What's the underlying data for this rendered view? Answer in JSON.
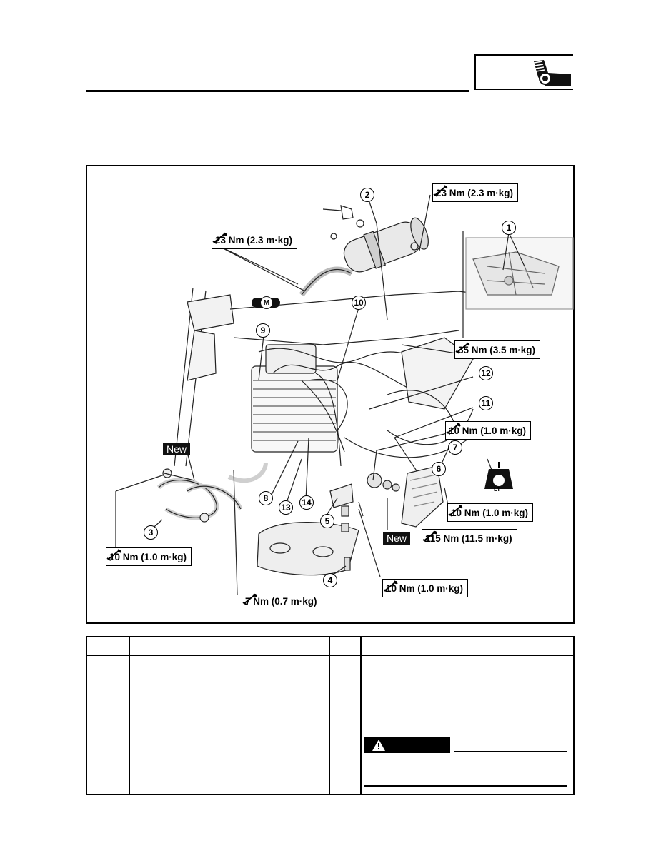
{
  "header": {
    "section_icon": "exhaust-wrench-icon"
  },
  "figure": {
    "torque_specs": [
      {
        "id": "t1",
        "label": "23 Nm (2.3 m·kg)"
      },
      {
        "id": "t2",
        "label": "23 Nm (2.3 m·kg)"
      },
      {
        "id": "t3",
        "label": "35 Nm (3.5 m·kg)"
      },
      {
        "id": "t4",
        "label": "10 Nm (1.0 m·kg)"
      },
      {
        "id": "t5",
        "label": "10 Nm (1.0 m·kg)"
      },
      {
        "id": "t6",
        "label": "115 Nm (11.5 m·kg)"
      },
      {
        "id": "t7",
        "label": "10 Nm (1.0 m·kg)"
      },
      {
        "id": "t8",
        "label": "7 Nm (0.7 m·kg)"
      },
      {
        "id": "t9",
        "label": "10 Nm (1.0 m·kg)"
      }
    ],
    "new_tags": [
      "New",
      "New"
    ],
    "part_numbers": [
      "1",
      "2",
      "3",
      "4",
      "5",
      "6",
      "7",
      "8",
      "9",
      "10",
      "11",
      "12",
      "13",
      "14"
    ],
    "lt_label": "LT",
    "m_label": "M"
  },
  "table": {
    "warning_icon": "warning-triangle-icon"
  }
}
